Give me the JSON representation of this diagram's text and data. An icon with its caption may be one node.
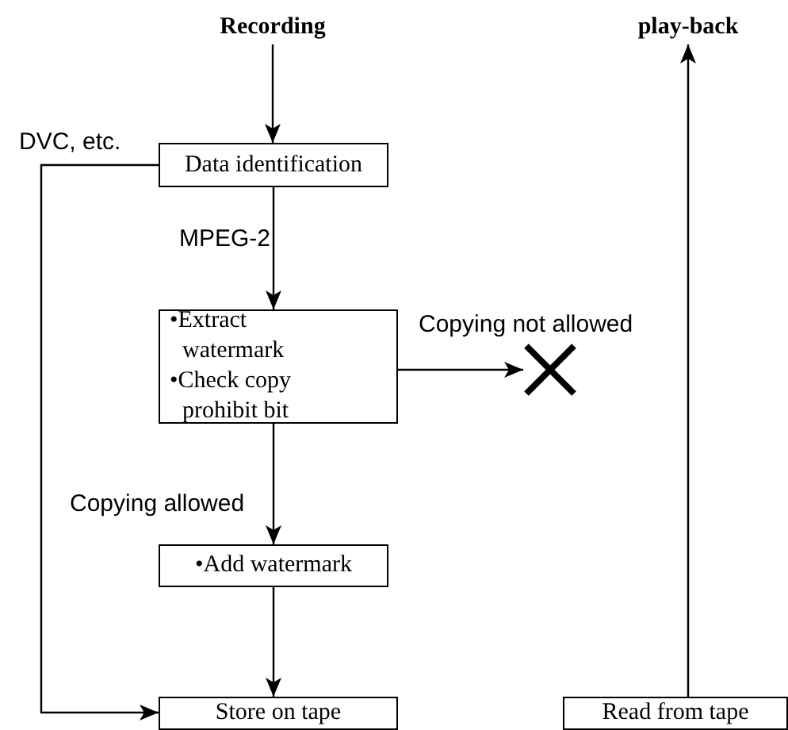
{
  "diagram": {
    "nodes": [
      {
        "text": [
          "Recording"
        ]
      },
      {
        "text": [
          "Data identification"
        ]
      },
      {
        "text": [
          "•Extract watermark",
          "•Check copy prohibit bit"
        ]
      },
      {
        "text": [],
        "shape": "cross"
      },
      {
        "text": [
          "•Add watermark"
        ]
      },
      {
        "text": [
          "Store on tape"
        ]
      },
      {
        "text": [
          "Read from tape"
        ]
      },
      {
        "text": [
          "play-back"
        ]
      }
    ],
    "edges": [
      {
        "from": 0,
        "to": 1,
        "arrow": "to"
      },
      {
        "from": 1,
        "to": 2,
        "arrow": "to",
        "label": "MPEG-2"
      },
      {
        "from": 2,
        "to": 3,
        "arrow": "to",
        "label": "Copying not allowed"
      },
      {
        "from": 2,
        "to": 4,
        "arrow": "to",
        "label": "Copying allowed"
      },
      {
        "from": 4,
        "to": 5,
        "arrow": "to"
      },
      {
        "from": 1,
        "to": 5,
        "arrow": "to",
        "label": "DVC, etc."
      },
      {
        "from": 6,
        "to": 7,
        "arrow": "to"
      }
    ]
  }
}
